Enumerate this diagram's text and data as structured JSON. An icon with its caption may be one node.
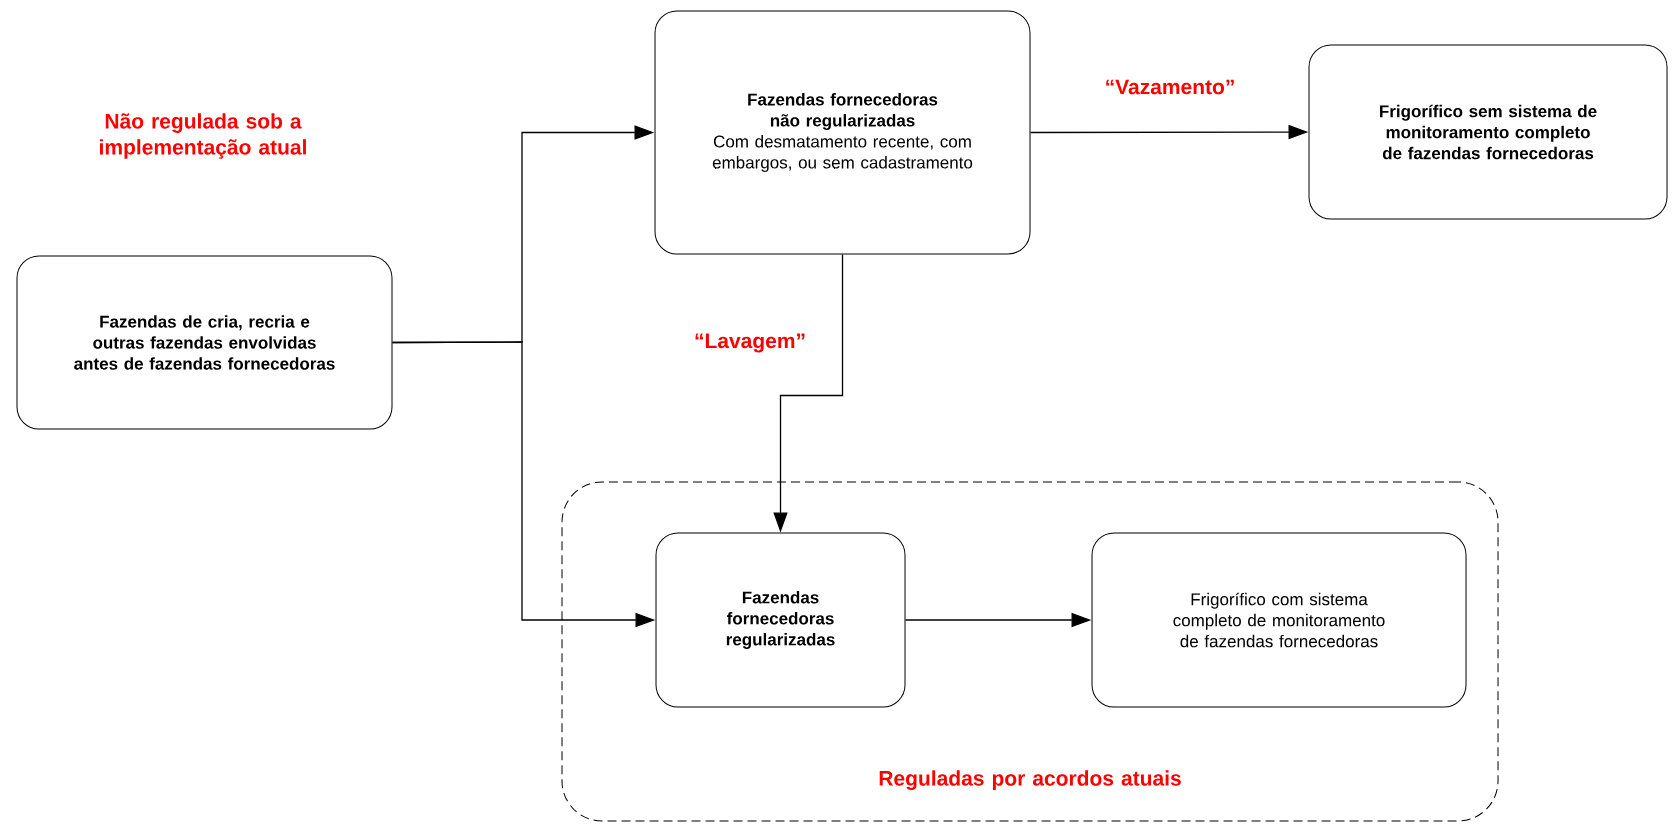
{
  "diagram": {
    "nodes": [
      {
        "text": [
          "Fazendas de cria, recria e outras fazendas envolvidas antes de fazendas fornecedoras"
        ]
      },
      {
        "text": [
          "Fazendas fornecedoras não regularizadas",
          "Com desmatamento recente, com embargos, ou sem cadastramento"
        ]
      },
      {
        "text": [
          "Frigorífico sem sistema de monitoramento completo de fazendas fornecedoras"
        ]
      },
      {
        "text": [
          "Reguladas por acordos atuais"
        ]
      },
      {
        "text": [
          "Fazendas fornecedoras regularizadas"
        ],
        "in": 3
      },
      {
        "text": [
          "Frigorífico com sistema completo de monitoramento de fazendas fornecedoras"
        ],
        "in": 3
      }
    ],
    "edges": [
      {
        "from": 0,
        "to": 1,
        "arrow": "to"
      },
      {
        "from": 0,
        "to": 4,
        "arrow": "to"
      },
      {
        "from": 1,
        "to": 2,
        "arrow": "to",
        "label": "“Vazamento”"
      },
      {
        "from": 1,
        "to": 4,
        "arrow": "to",
        "label": "“Lavagem”"
      },
      {
        "from": 4,
        "to": 5,
        "arrow": "to"
      }
    ],
    "labels": [
      "Não regulada sob a implementação atual"
    ]
  }
}
